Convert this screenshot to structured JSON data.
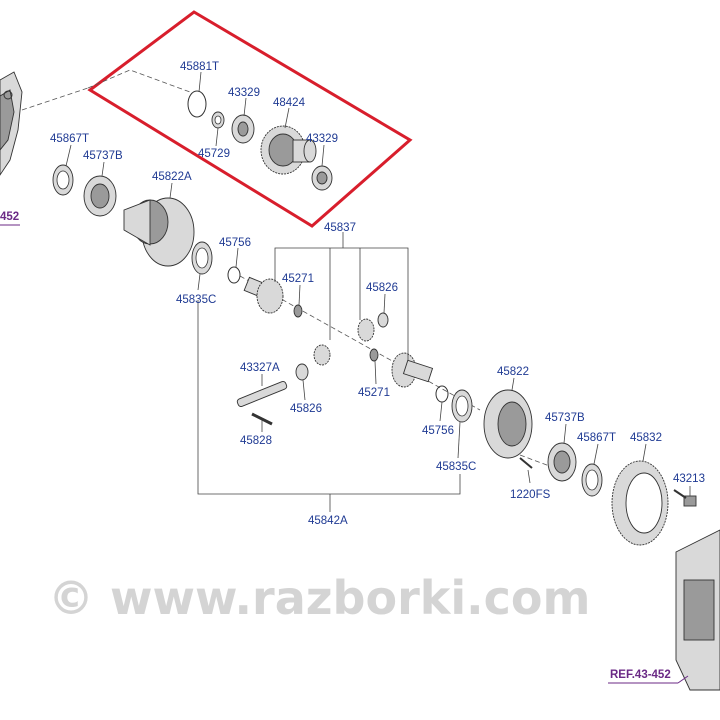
{
  "diagram": {
    "labels": {
      "p45881T": "45881T",
      "p43329a": "43329",
      "p48424": "48424",
      "p45729": "45729",
      "p43329b": "43329",
      "p45867Ta": "45867T",
      "p45737Ba": "45737B",
      "p45822A": "45822A",
      "p45837": "45837",
      "p45756a": "45756",
      "p45271a": "45271",
      "p45835Ca": "45835C",
      "p45826a": "45826",
      "p43327A": "43327A",
      "p45826b": "45826",
      "p45271b": "45271",
      "p45828": "45828",
      "p45822": "45822",
      "p45737Bb": "45737B",
      "p45867Tb": "45867T",
      "p45832": "45832",
      "p45756b": "45756",
      "p43213": "43213",
      "p45835Cb": "45835C",
      "p1220FS": "1220FS",
      "p45842A": "45842A",
      "ref_bottom": "REF.43-452",
      "ref_left": "452"
    },
    "watermark": "© www.razborki.com",
    "highlight_color": "#d81e2c",
    "label_color": "#1f3a93",
    "ref_color": "#6b2a86"
  }
}
